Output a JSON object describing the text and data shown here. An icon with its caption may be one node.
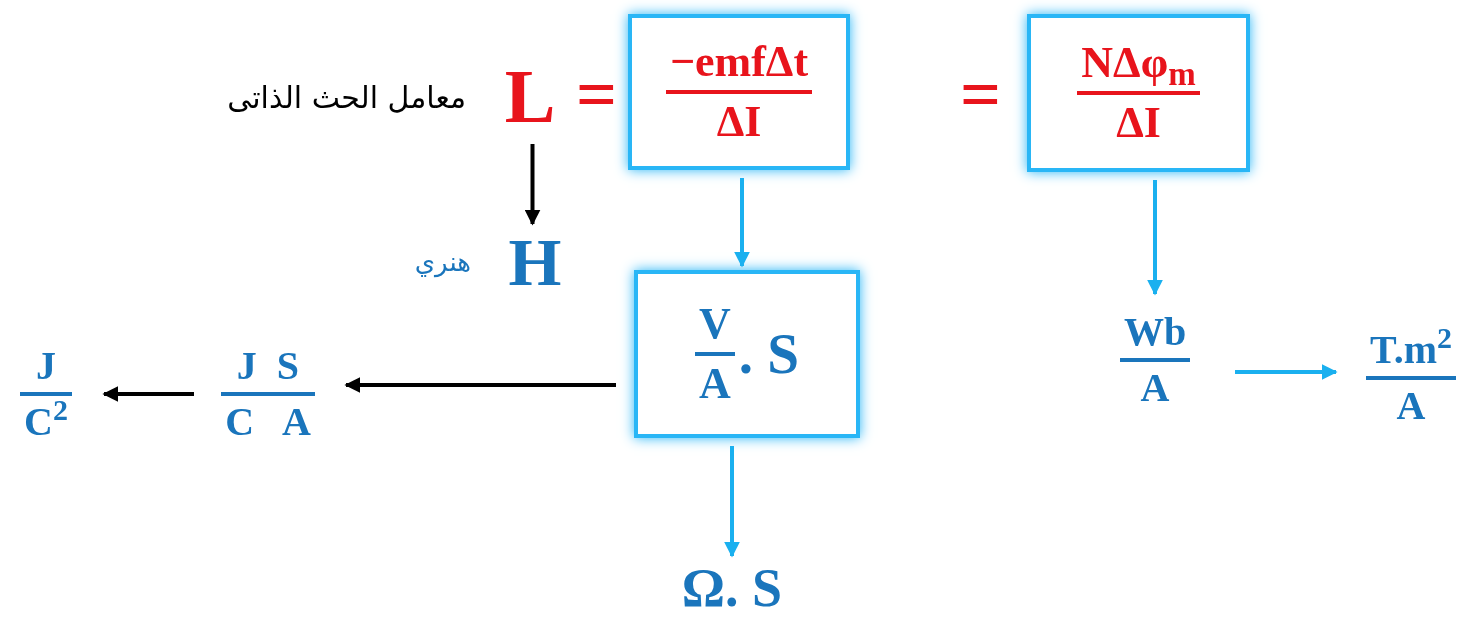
{
  "diagram": {
    "nodes": [
      {
        "text": [
          "L"
        ],
        "beside": [
          "معامل الحث الذاتى"
        ]
      },
      {
        "text": [
          "−emfΔt",
          "ΔI"
        ]
      },
      {
        "text": [
          "NΔφ$_{m}$",
          "ΔI"
        ]
      },
      {
        "text": [
          "H"
        ],
        "beside": [
          "هنري"
        ]
      },
      {
        "text": [
          "V",
          "A",
          ". S"
        ]
      },
      {
        "text": [
          "Wb",
          "A"
        ]
      },
      {
        "text": [
          "T.m$^{2}$",
          "A"
        ]
      },
      {
        "text": [
          "J  S",
          "C   A"
        ]
      },
      {
        "text": [
          "J",
          "C$^{2}$"
        ]
      },
      {
        "text": [
          "Ω. S"
        ]
      }
    ],
    "edges": [
      {
        "from": 0,
        "to": 3,
        "arrow": "to",
        "color": "#000000"
      },
      {
        "from": 1,
        "to": 4,
        "arrow": "to"
      },
      {
        "from": 2,
        "to": 5,
        "arrow": "to"
      },
      {
        "from": 5,
        "to": 6,
        "arrow": "to"
      },
      {
        "from": 4,
        "to": 7,
        "arrow": "to",
        "color": "#000000"
      },
      {
        "from": 7,
        "to": 8,
        "arrow": "to",
        "color": "#000000"
      },
      {
        "from": 4,
        "to": 9,
        "arrow": "to"
      }
    ],
    "labels": [
      "=",
      "="
    ]
  }
}
